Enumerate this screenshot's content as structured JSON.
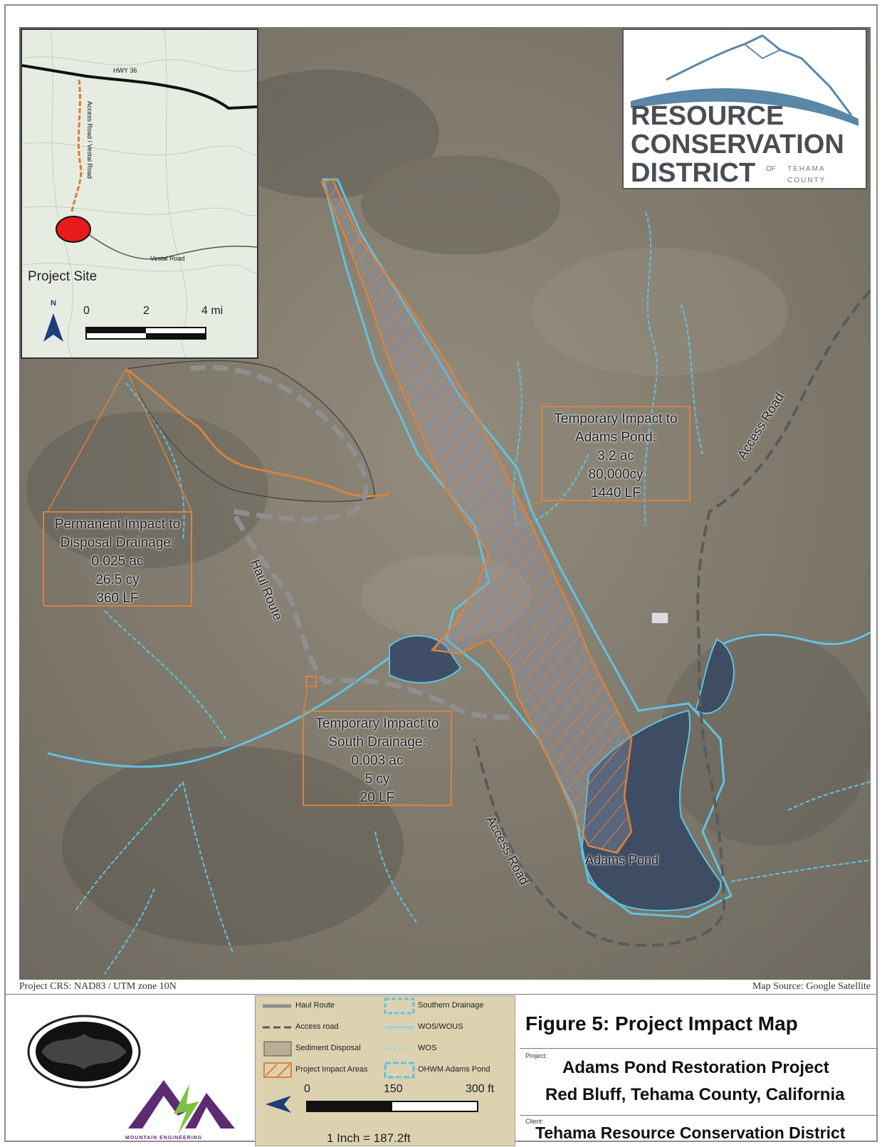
{
  "map": {
    "labels": {
      "temp_adams": [
        "Temporary Impact to",
        "Adams Pond:",
        "3.2 ac",
        "80,000cy",
        "1440 LF"
      ],
      "perm_disposal": [
        "Permanent Impact to",
        "Disposal Drainage:",
        "0.025 ac",
        "26.5 cy",
        "360 LF"
      ],
      "temp_south": [
        "Temporary Impact to",
        "South Drainage:",
        "0.003 ac",
        "5 cy",
        "20 LF"
      ],
      "haul_route": "Haul Route",
      "access_road_ne": "Access Road",
      "access_road_s": "Access Road",
      "adams_pond": "Adams Pond"
    },
    "colors": {
      "impact": "#d9823f",
      "drainage": "#5fc3e0",
      "pond": "#3e4d63",
      "haul": "#8f8f8f",
      "access": "#5a5a5a",
      "terrain": "#8a8374"
    }
  },
  "inset": {
    "hwy": "HWY 36",
    "access_vestal": "Access Road / Vestal Road",
    "vestal": "Vestal Road",
    "project_site": "Project Site",
    "north": "N",
    "scale": [
      "0",
      "2",
      "4 mi"
    ]
  },
  "logo": {
    "line1": "RESOURCE",
    "line2": "CONSERVATION",
    "line3": "DISTRICT",
    "of": "OF",
    "tehama": "TEHAMA",
    "county": "COUNTY"
  },
  "footer": {
    "crs": "Project CRS: NAD83 / UTM zone 10N",
    "source": "Map Source: Google Satellite"
  },
  "legend": {
    "haul_route": "Haul Route",
    "access_road": "Access road",
    "sediment_disposal": "Sediment Disposal",
    "project_impact": "Project Impact Areas",
    "southern_drainage": "Southern Drainage",
    "wos_wous": "WOS/WOUS",
    "wos": "WOS",
    "ohwm": "OHWM Adams Pond",
    "scale": [
      "0",
      "150",
      "300 ft"
    ],
    "ratio": "1 Inch = 187.2ft"
  },
  "logos": {
    "mountain_engineering": "MOUNTAIN ENGINEERING"
  },
  "title_panel": {
    "figure": "Figure 5:  Project Impact Map",
    "project_label": "Project:",
    "project_name": "Adams Pond Restoration Project",
    "location": "Red Bluff, Tehama County, California",
    "client_label": "Client:",
    "client": "Tehama Resource Conservation District"
  }
}
